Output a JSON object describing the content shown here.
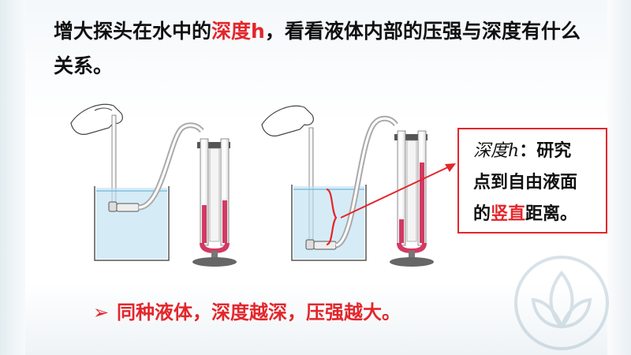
{
  "heading": {
    "part1": "增大探头在水中的",
    "highlight": "深度h",
    "part2": "，看看液体内部的压强与深度有什么关系。"
  },
  "callout": {
    "term": "深度",
    "var": "h",
    "colon": "：研究",
    "line2": "点到自由液面",
    "line3_pre": "的",
    "line3_hl": "竖直",
    "line3_post": "距离。"
  },
  "conclusion": {
    "bullet": "➢",
    "text": "同种液体，深度越深，压强越大。"
  },
  "colors": {
    "accent": "#e3262b",
    "liquid": "#d23a63",
    "water": "#bfe2f2"
  }
}
